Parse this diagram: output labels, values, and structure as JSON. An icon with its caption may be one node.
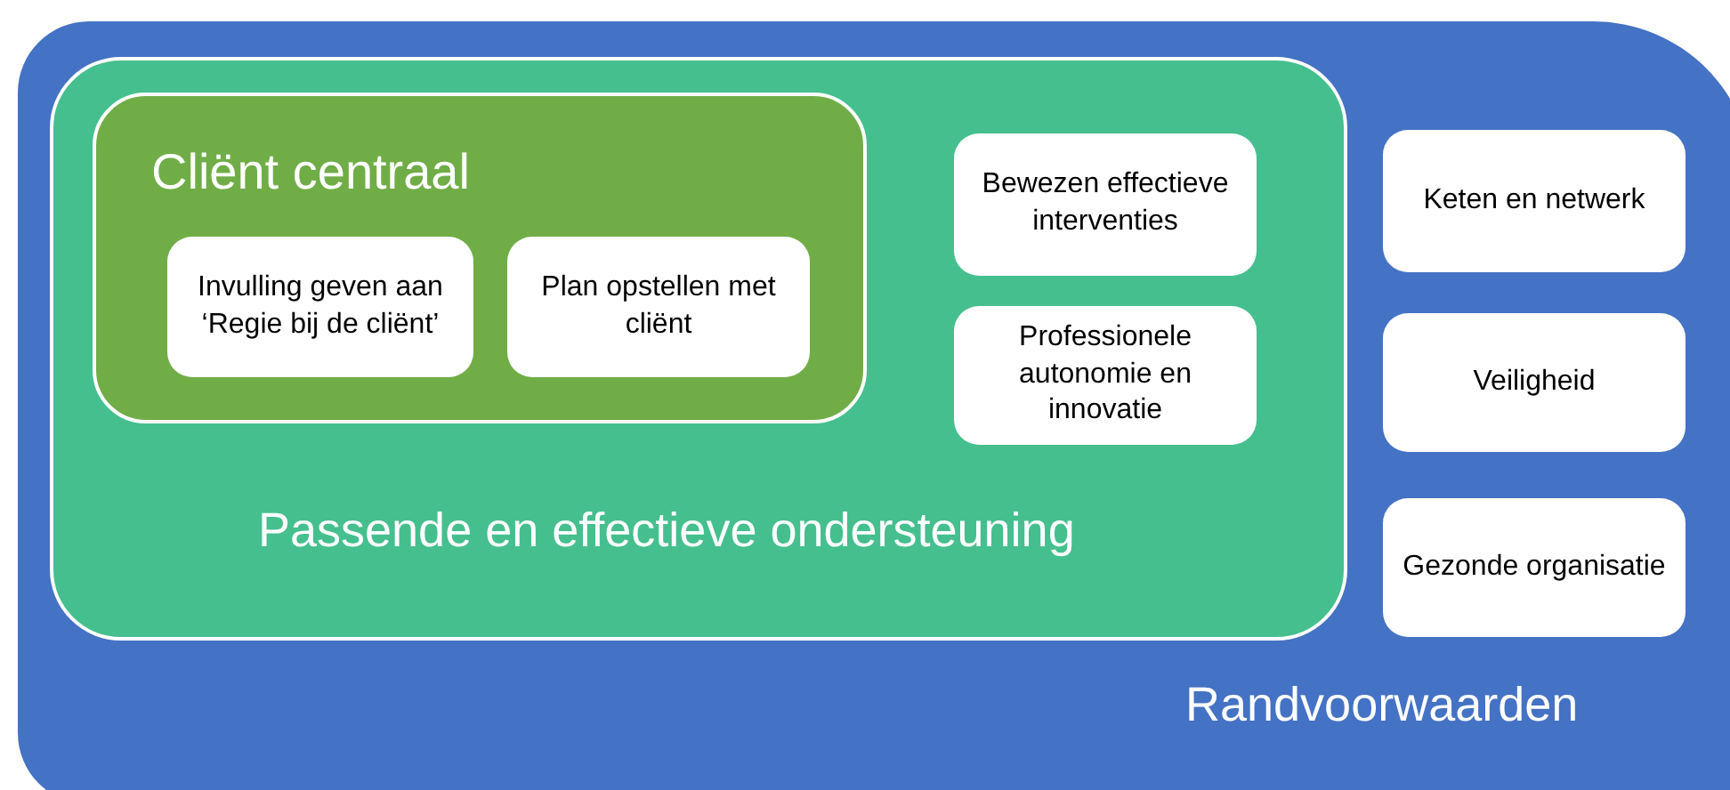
{
  "diagram": {
    "nodes": [
      {
        "text": [
          "Randvoorwaarden"
        ]
      },
      {
        "text": [
          "Passende en effectieve ondersteuning"
        ],
        "in": 0
      },
      {
        "text": [
          "Cliënt centraal"
        ],
        "in": 1
      },
      {
        "text": [
          "Invulling geven aan ‘Regie bij de cliënt’"
        ],
        "in": 2
      },
      {
        "text": [
          "Plan opstellen met cliënt"
        ],
        "in": 2
      },
      {
        "text": [
          "Bewezen effectieve interventies"
        ],
        "in": 1
      },
      {
        "text": [
          "Professionele autonomie en innovatie"
        ],
        "in": 1
      },
      {
        "text": [
          "Keten en netwerk"
        ],
        "in": 0
      },
      {
        "text": [
          "Veiligheid"
        ],
        "in": 0
      },
      {
        "text": [
          "Gezonde organisatie"
        ],
        "in": 0
      }
    ]
  }
}
